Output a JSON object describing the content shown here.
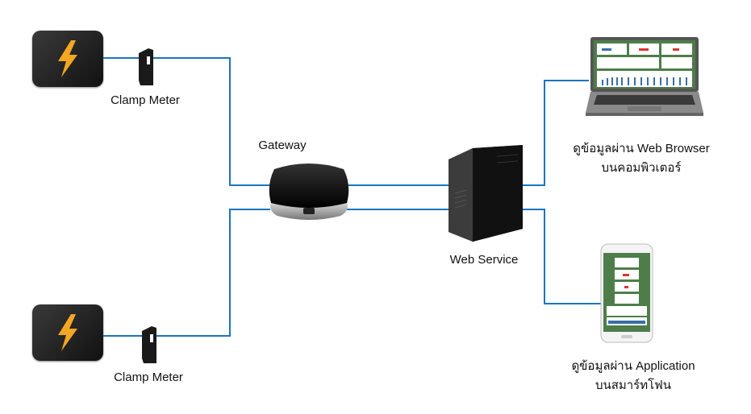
{
  "nodes": {
    "clamp_meter_top": {
      "label": "Clamp Meter"
    },
    "clamp_meter_bottom": {
      "label": "Clamp Meter"
    },
    "gateway": {
      "label": "Gateway"
    },
    "web_service": {
      "label": "Web Service"
    },
    "computer": {
      "label_line1": "ดูข้อมูลผ่าน Web Browser",
      "label_line2": "บนคอมพิวเตอร์"
    },
    "smartphone": {
      "label_line1": "ดูข้อมูลผ่าน Application",
      "label_line2": "บนสมาร์ทโฟน"
    }
  },
  "colors": {
    "connector": "#1a75bf",
    "bolt": "#f5a623",
    "dashboard": "#4e7d4a"
  }
}
